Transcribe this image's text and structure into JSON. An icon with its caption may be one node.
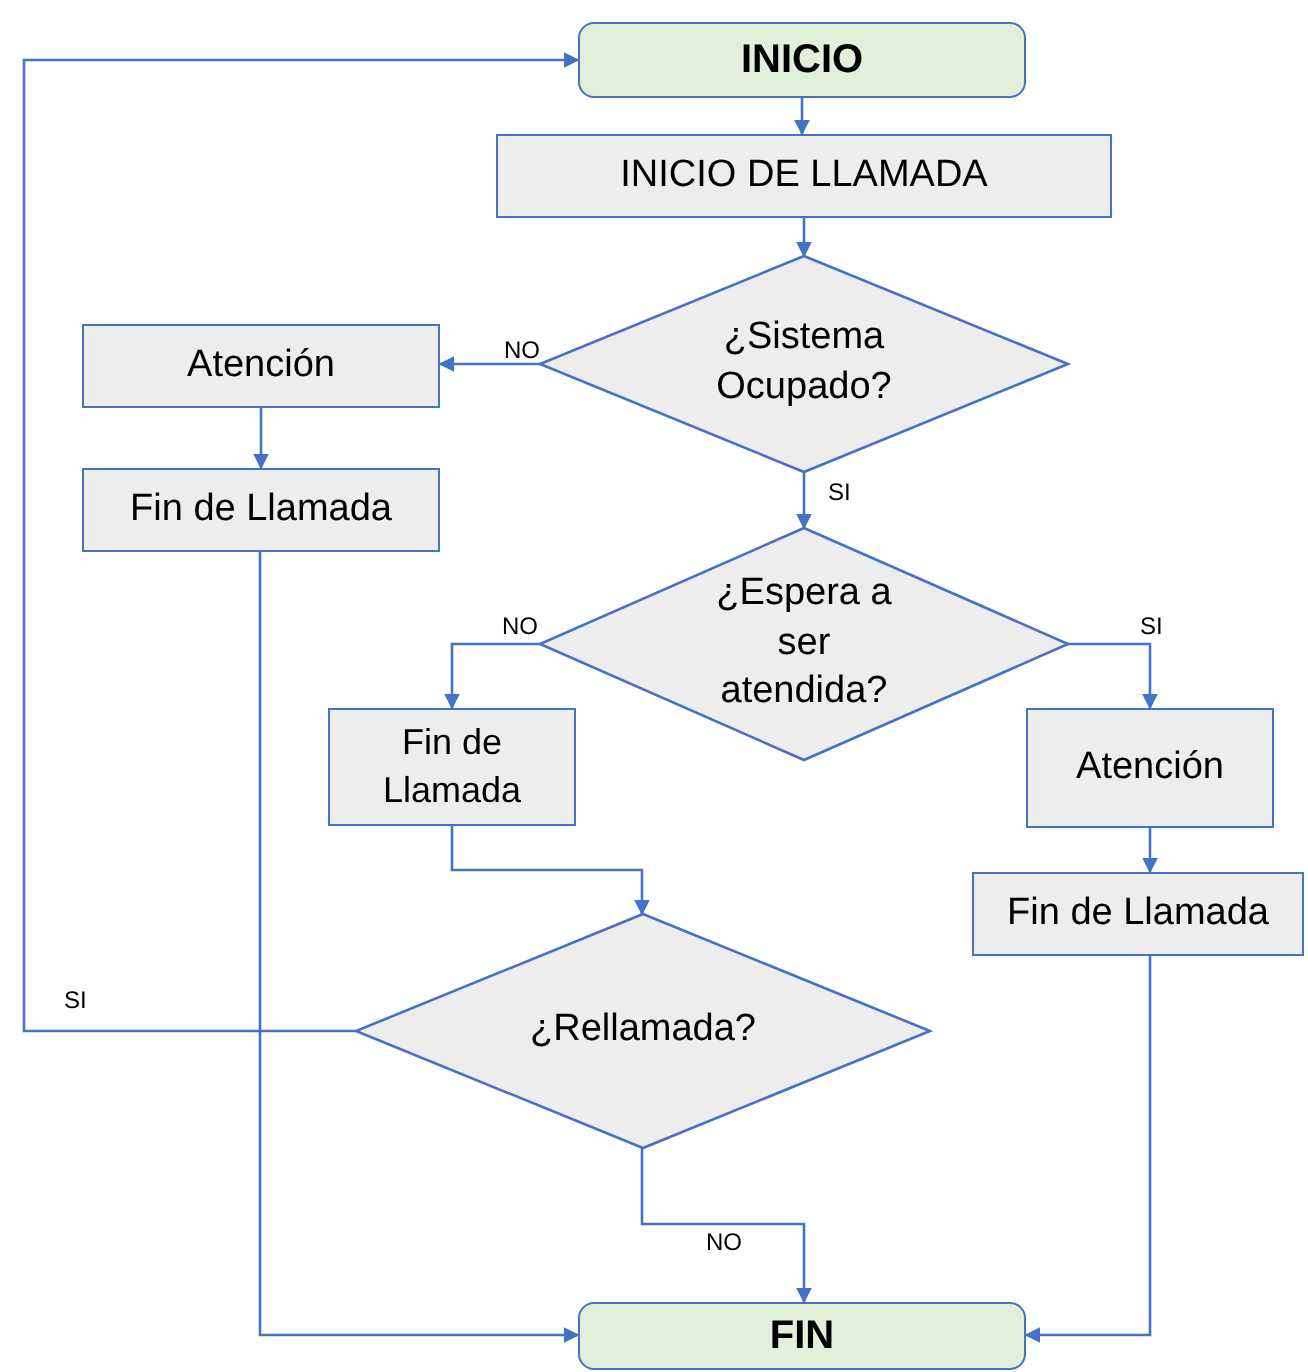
{
  "diagram": {
    "nodes": [
      {
        "text": [
          "INICIO"
        ]
      },
      {
        "text": [
          "INICIO DE LLAMADA"
        ]
      },
      {
        "text": [
          "¿Sistema Ocupado?"
        ]
      },
      {
        "text": [
          "Atención"
        ]
      },
      {
        "text": [
          "Fin de Llamada"
        ]
      },
      {
        "text": [
          "¿Espera a ser atendida?"
        ]
      },
      {
        "text": [
          "Fin de Llamada"
        ]
      },
      {
        "text": [
          "Atención"
        ]
      },
      {
        "text": [
          "Fin de Llamada"
        ]
      },
      {
        "text": [
          "¿Rellamada?"
        ]
      },
      {
        "text": [
          "FIN"
        ]
      }
    ],
    "edges": [
      {
        "from": 0,
        "to": 1,
        "arrow": "to"
      },
      {
        "from": 1,
        "to": 2,
        "arrow": "to"
      },
      {
        "from": 2,
        "to": 3,
        "arrow": "to",
        "label": "NO"
      },
      {
        "from": 2,
        "to": 5,
        "arrow": "to",
        "label": "SI"
      },
      {
        "from": 3,
        "to": 4,
        "arrow": "to"
      },
      {
        "from": 5,
        "to": 6,
        "arrow": "to",
        "label": "NO"
      },
      {
        "from": 5,
        "to": 7,
        "arrow": "to",
        "label": "SI"
      },
      {
        "from": 6,
        "to": 9,
        "arrow": "to"
      },
      {
        "from": 7,
        "to": 8,
        "arrow": "to"
      },
      {
        "from": 9,
        "to": 0,
        "arrow": "to",
        "label": "SI"
      },
      {
        "from": 9,
        "to": 10,
        "arrow": "to",
        "label": "NO"
      },
      {
        "from": 4,
        "to": 10,
        "arrow": "to"
      },
      {
        "from": 8,
        "to": 10,
        "arrow": "to"
      }
    ]
  }
}
